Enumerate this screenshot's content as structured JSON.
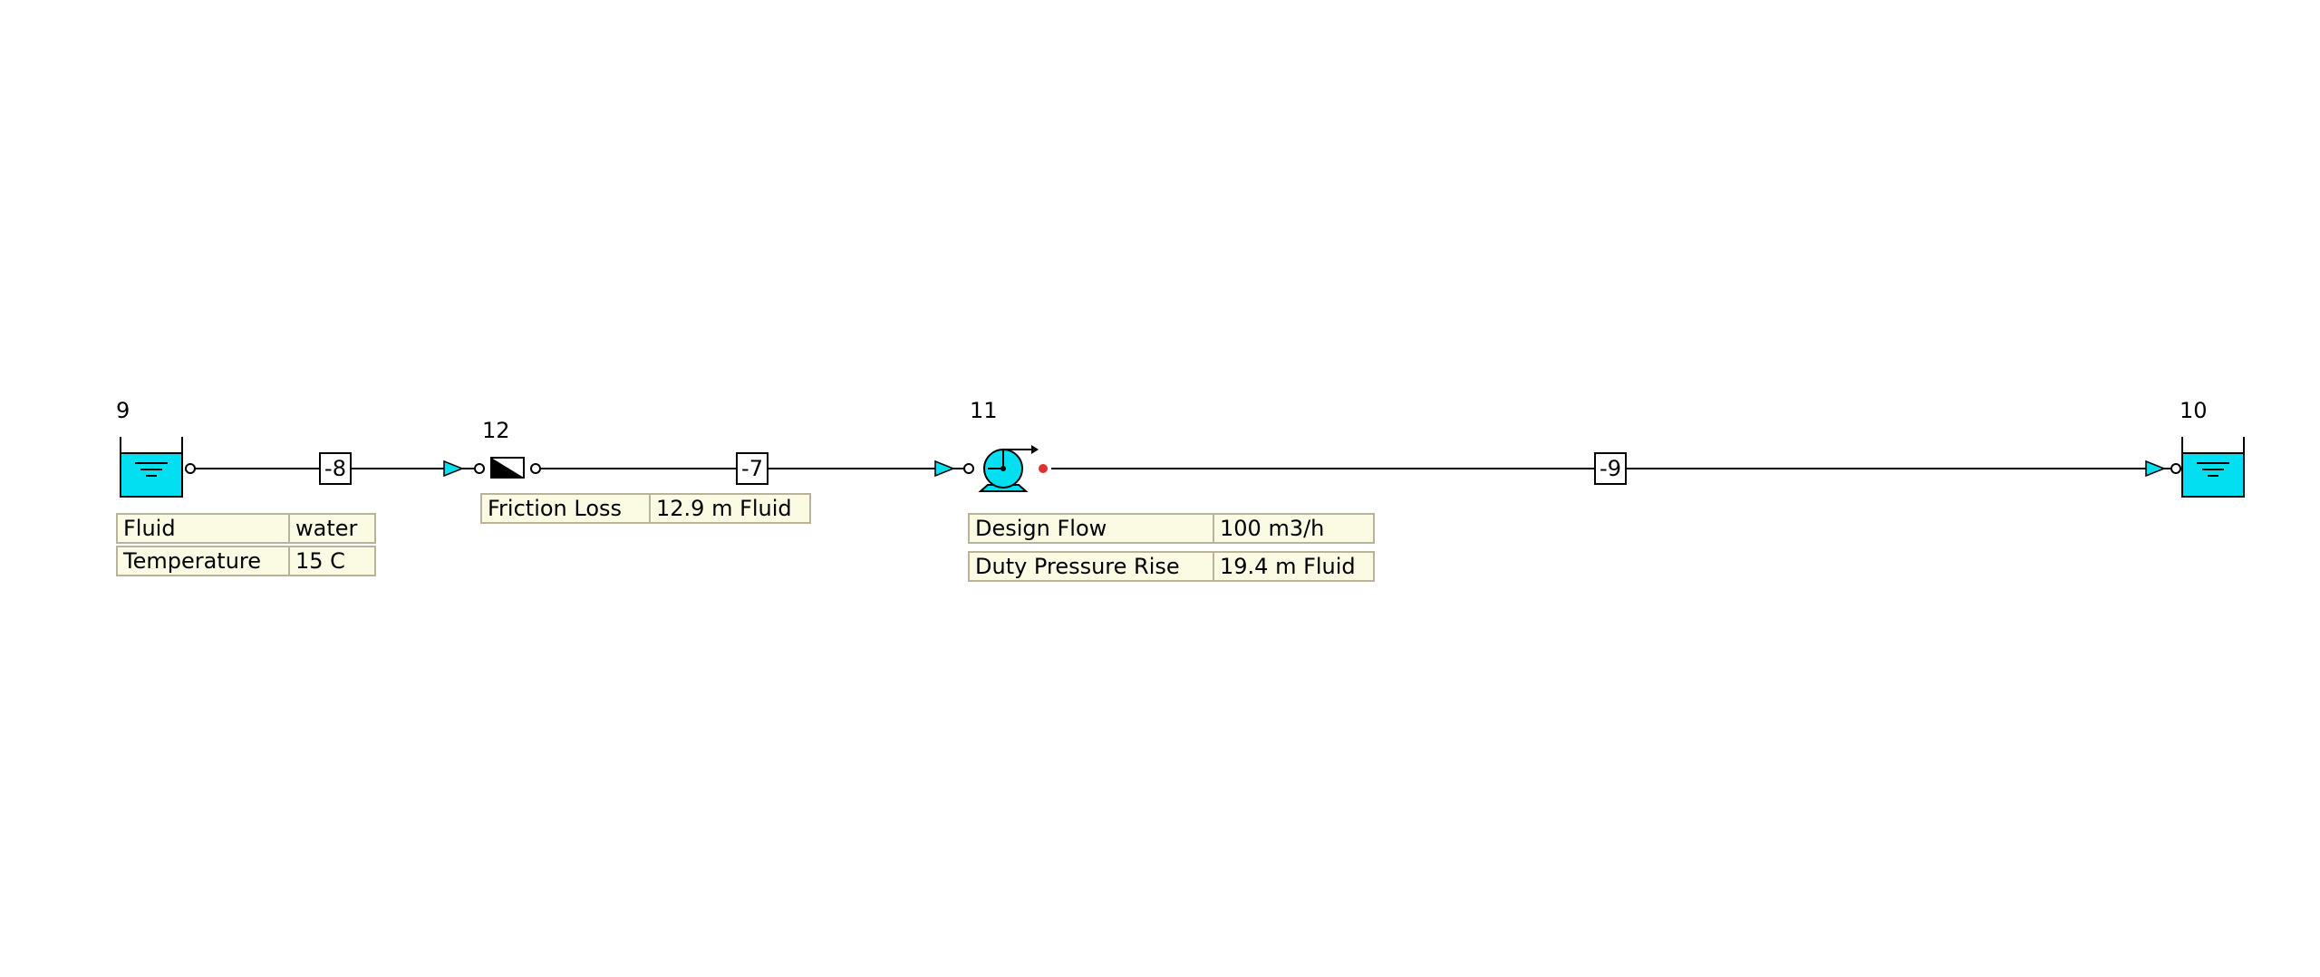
{
  "colors": {
    "component_fill": "#00e0f0",
    "pipe": "#000000",
    "info_bg": "#fbfbe3",
    "info_border": "#b9b39c",
    "pump_outlet_marker": "#e03030"
  },
  "nodes": {
    "reservoir_left": {
      "id": "9",
      "icon": "reservoir-icon"
    },
    "valve": {
      "id": "12",
      "icon": "valve-icon"
    },
    "pump": {
      "id": "11",
      "icon": "pump-icon"
    },
    "reservoir_right": {
      "id": "10",
      "icon": "reservoir-icon"
    }
  },
  "pipes": {
    "p8": "-8",
    "p7": "-7",
    "p9": "-9"
  },
  "info": {
    "fluid": {
      "rows": [
        {
          "key": "Fluid",
          "value": "water"
        },
        {
          "key": "Temperature",
          "value": "15 C"
        }
      ]
    },
    "valve": {
      "rows": [
        {
          "key": "Friction Loss",
          "value": "12.9 m Fluid"
        }
      ]
    },
    "pump": {
      "rows": [
        {
          "key": "Design Flow",
          "value": "100 m3/h"
        },
        {
          "key": "Duty Pressure Rise",
          "value": "19.4 m Fluid"
        }
      ]
    }
  }
}
